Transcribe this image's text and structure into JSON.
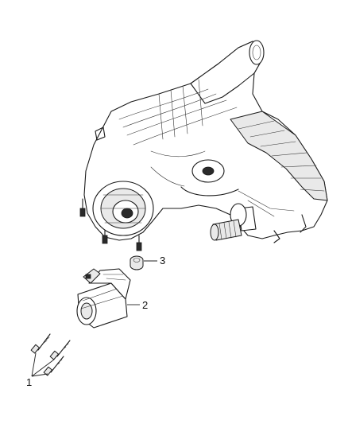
{
  "callouts": {
    "item_1": "1",
    "item_2": "2",
    "item_3": "3"
  }
}
